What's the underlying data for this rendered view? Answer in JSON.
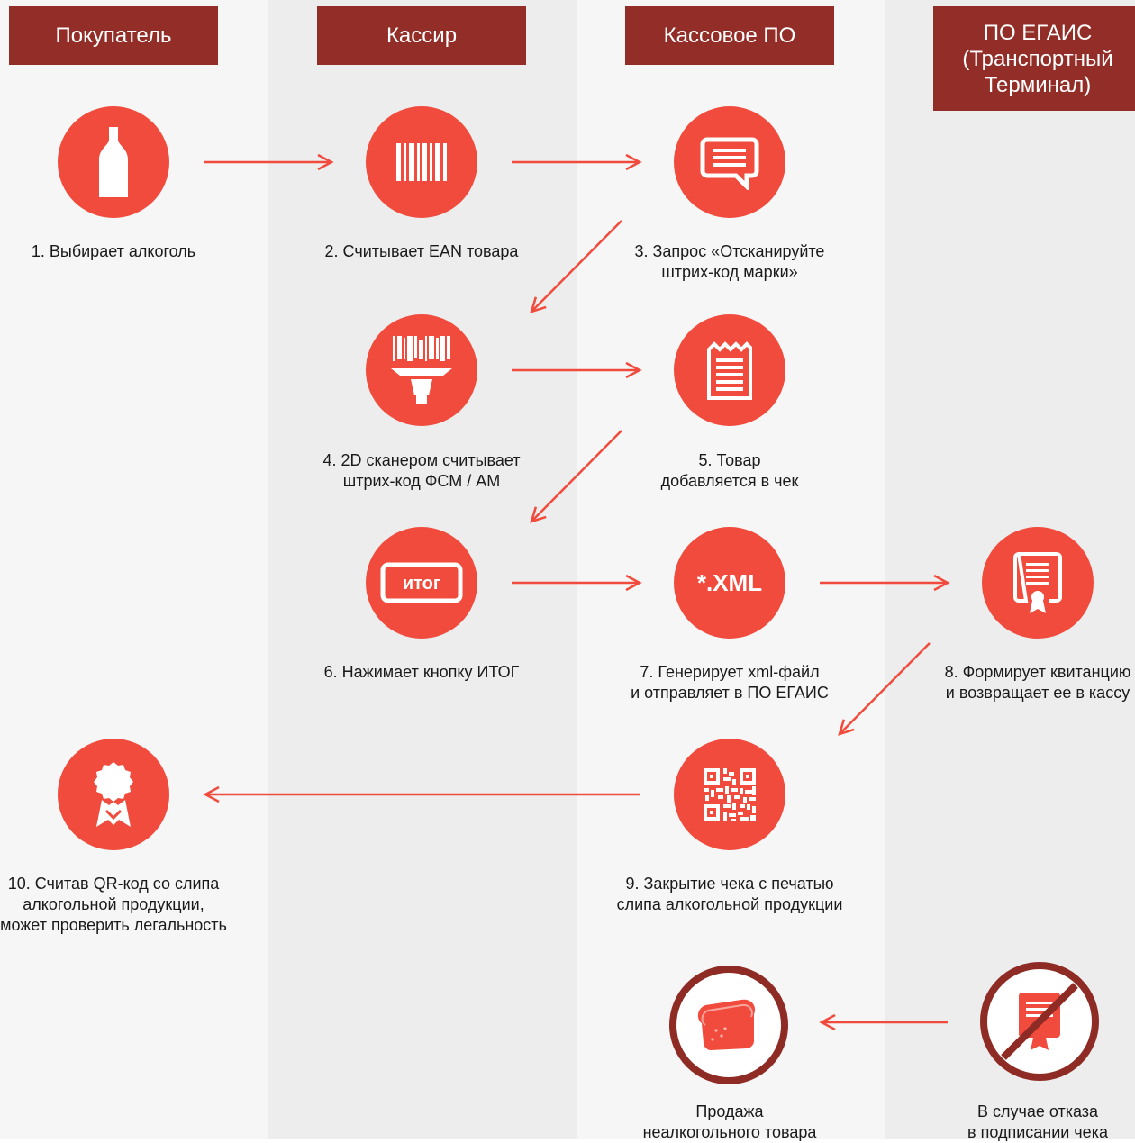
{
  "lanes": [
    "Покупатель",
    "Кассир",
    "Кассовое ПО",
    "ПО ЕГАИС (Транспортный Терминал)"
  ],
  "accent_color": "#f04b3c",
  "header_color": "#922e27",
  "steps": [
    {
      "id": "s1",
      "icon": "bottle-icon",
      "lines": [
        "1. Выбирает алкоголь"
      ]
    },
    {
      "id": "s2",
      "icon": "barcode-icon",
      "lines": [
        "2. Считывает EAN товара"
      ]
    },
    {
      "id": "s3",
      "icon": "chat-bubble-icon",
      "lines": [
        "3. Запрос «Отсканируйте",
        "штрих-код марки»"
      ]
    },
    {
      "id": "s4",
      "icon": "scanner-icon",
      "lines": [
        "4. 2D сканером считывает",
        "штрих-код ФСМ / АМ"
      ]
    },
    {
      "id": "s5",
      "icon": "receipt-icon",
      "lines": [
        "5. Товар",
        "добавляется в чек"
      ]
    },
    {
      "id": "s6",
      "icon": "total-button-icon",
      "button_text": "итог",
      "lines": [
        "6. Нажимает кнопку ИТОГ"
      ]
    },
    {
      "id": "s7",
      "icon": "xml-file-icon",
      "badge_text": "*.XML",
      "lines": [
        "7. Генерирует xml-файл",
        "и отправляет в ПО ЕГАИС"
      ]
    },
    {
      "id": "s8",
      "icon": "certificate-icon",
      "lines": [
        "8. Формирует квитанцию",
        "и возвращает ее в кассу"
      ]
    },
    {
      "id": "s9",
      "icon": "qr-code-icon",
      "lines": [
        "9. Закрытие чека с печатью",
        "слипа алкогольной продукции"
      ]
    },
    {
      "id": "s10",
      "icon": "award-icon",
      "lines": [
        "10. Считав QR-код со слипа",
        "алкогольной продукции,",
        "может проверить легальность"
      ]
    },
    {
      "id": "s11",
      "icon": "bread-icon",
      "lines": [
        "Продажа",
        "неалкогольного товара"
      ]
    },
    {
      "id": "s12",
      "icon": "no-certificate-icon",
      "lines": [
        "В случае отказа",
        "в подписании чека"
      ]
    }
  ]
}
